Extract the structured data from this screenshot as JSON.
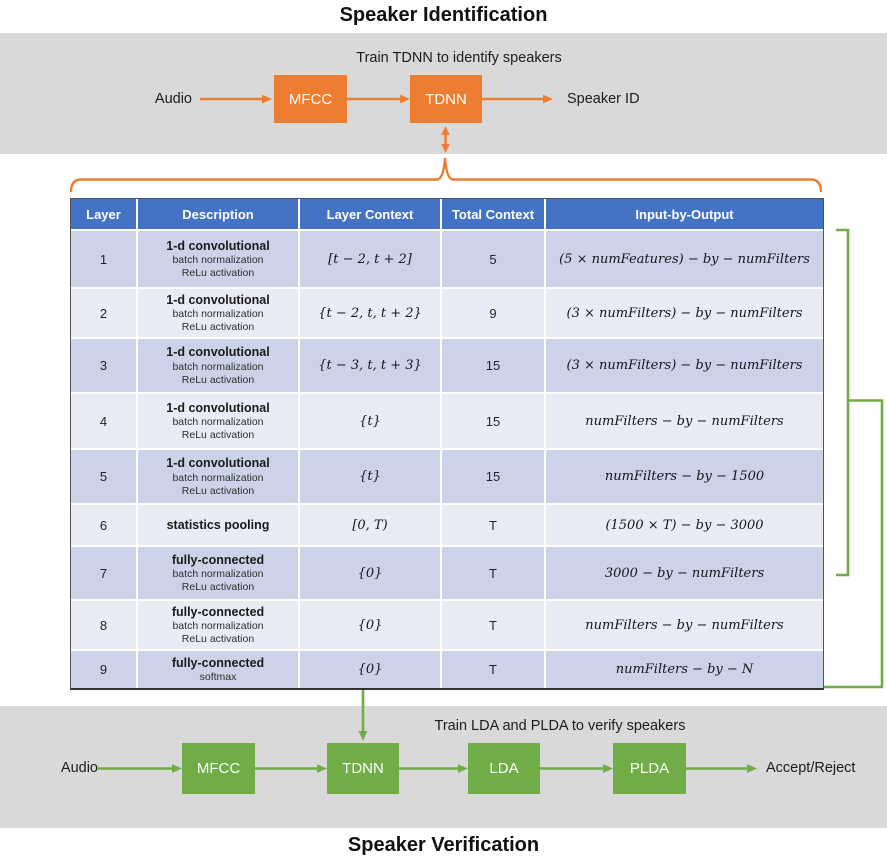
{
  "titles": {
    "top": "Speaker Identification",
    "bottom": "Speaker Verification"
  },
  "identification": {
    "caption": "Train TDNN to identify speakers",
    "input_label": "Audio",
    "output_label": "Speaker ID",
    "blocks": [
      {
        "label": "MFCC"
      },
      {
        "label": "TDNN"
      }
    ]
  },
  "verification": {
    "caption": "Train LDA and PLDA to verify speakers",
    "input_label": "Audio",
    "output_label": "Accept/Reject",
    "blocks": [
      {
        "label": "MFCC"
      },
      {
        "label": "TDNN"
      },
      {
        "label": "LDA"
      },
      {
        "label": "PLDA"
      }
    ]
  },
  "table": {
    "headers": [
      "Layer",
      "Description",
      "Layer Context",
      "Total Context",
      "Input-by-Output"
    ],
    "rows": [
      {
        "layer": "1",
        "desc": [
          "1-d convolutional",
          "batch normalization",
          "ReLu activation"
        ],
        "layer_context": "[t − 2, t + 2]",
        "total_context": "5",
        "io": "(5 × numFeatures) − by − numFilters"
      },
      {
        "layer": "2",
        "desc": [
          "1-d convolutional",
          "batch normalization",
          "ReLu activation"
        ],
        "layer_context": "{t − 2, t, t + 2}",
        "total_context": "9",
        "io": "(3 × numFilters) − by − numFilters"
      },
      {
        "layer": "3",
        "desc": [
          "1-d convolutional",
          "batch normalization",
          "ReLu activation"
        ],
        "layer_context": "{t − 3, t, t + 3}",
        "total_context": "15",
        "io": "(3 × numFilters) − by − numFilters"
      },
      {
        "layer": "4",
        "desc": [
          "1-d convolutional",
          "batch normalization",
          "ReLu activation"
        ],
        "layer_context": "{t}",
        "total_context": "15",
        "io": "numFilters − by − numFilters"
      },
      {
        "layer": "5",
        "desc": [
          "1-d convolutional",
          "batch normalization",
          "ReLu activation"
        ],
        "layer_context": "{t}",
        "total_context": "15",
        "io": "numFilters − by − 1500"
      },
      {
        "layer": "6",
        "desc": [
          "statistics pooling"
        ],
        "layer_context": "[0, T)",
        "total_context": "T",
        "io": "(1500 × T) − by − 3000"
      },
      {
        "layer": "7",
        "desc": [
          "fully-connected",
          "batch normalization",
          "ReLu activation"
        ],
        "layer_context": "{0}",
        "total_context": "T",
        "io": "3000 − by − numFilters"
      },
      {
        "layer": "8",
        "desc": [
          "fully-connected",
          "batch normalization",
          "ReLu activation"
        ],
        "layer_context": "{0}",
        "total_context": "T",
        "io": "numFilters − by − numFilters"
      },
      {
        "layer": "9",
        "desc": [
          "fully-connected",
          "softmax"
        ],
        "layer_context": "{0}",
        "total_context": "T",
        "io": "numFilters − by − N"
      }
    ]
  },
  "colors": {
    "orange": "#ED7D31",
    "green": "#70AD47",
    "header_blue": "#4472C4",
    "row_dark": "#CCD3E9",
    "row_light": "#E9EBF6",
    "band_gray": "#D9D9D9"
  }
}
